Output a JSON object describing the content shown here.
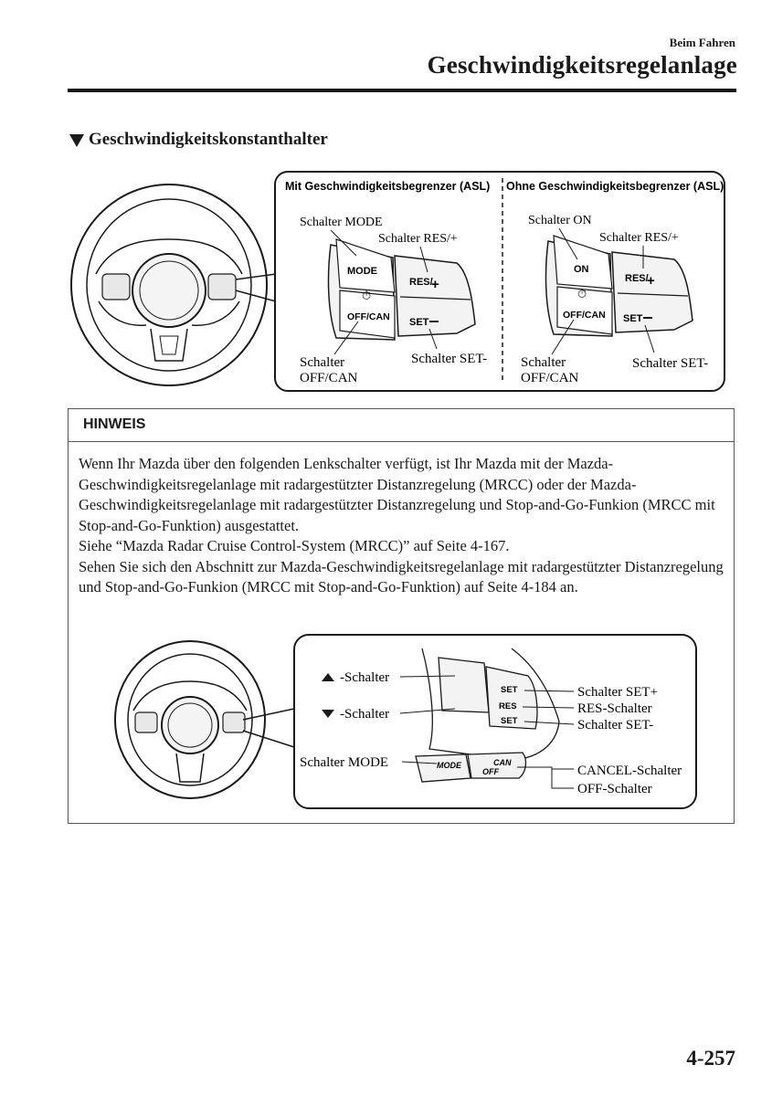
{
  "header": {
    "section": "Beim Fahren",
    "title": "Geschwindigkeitsregelanlage"
  },
  "subheading": "Geschwindigkeitskonstanthalter",
  "figure1": {
    "panel_left_title": "Mit Geschwindigkeitsbegrenzer (ASL)",
    "panel_right_title": "Ohne Geschwindigkeitsbegrenzer (ASL)",
    "left": {
      "mode_label": "Schalter MODE",
      "res_label": "Schalter RES/+",
      "offcan_label_1": "Schalter",
      "offcan_label_2": "OFF/CAN",
      "set_label": "Schalter SET-",
      "btn_mode": "MODE",
      "btn_offcan": "OFF/CAN",
      "btn_res": "RES/",
      "btn_plus": "+",
      "btn_set": "SET"
    },
    "right": {
      "on_label": "Schalter ON",
      "res_label": "Schalter RES/+",
      "offcan_label_1": "Schalter",
      "offcan_label_2": "OFF/CAN",
      "set_label": "Schalter SET-",
      "btn_on": "ON",
      "btn_offcan": "OFF/CAN",
      "btn_res": "RES/",
      "btn_plus": "+",
      "btn_set": "SET"
    }
  },
  "note": {
    "heading": "HINWEIS",
    "paragraph_1": "Wenn Ihr Mazda über den folgenden Lenkschalter verfügt, ist Ihr Mazda mit der Mazda-Geschwindigkeitsregelanlage mit radargestützter Distanzregelung (MRCC) oder der Mazda-Geschwindigkeitsregelanlage mit radargestützter Distanzregelung und Stop-and-Go-Funkion (MRCC mit Stop-and-Go-Funktion) ausgestattet.",
    "paragraph_2": "Siehe “Mazda Radar Cruise Control-System (MRCC)” auf Seite 4-167.",
    "paragraph_3": "Sehen Sie sich den Abschnitt zur Mazda-Geschwindigkeitsregelanlage mit radargestützter Distanzregelung und Stop-and-Go-Funkion (MRCC mit Stop-and-Go-Funktion) auf Seite 4-184 an."
  },
  "figure2": {
    "up_label": "-Schalter",
    "down_label": "-Schalter",
    "mode_label": "Schalter MODE",
    "set_plus_label": "Schalter SET+",
    "res_label": "RES-Schalter",
    "set_minus_label": "Schalter SET-",
    "cancel_label": "CANCEL-Schalter",
    "off_label": "OFF-Schalter",
    "btn_set_plus": "SET",
    "btn_res": "RES",
    "btn_set_minus": "SET",
    "btn_mode": "MODE",
    "btn_can": "CAN",
    "btn_off": "OFF"
  },
  "page_number": "4-257"
}
